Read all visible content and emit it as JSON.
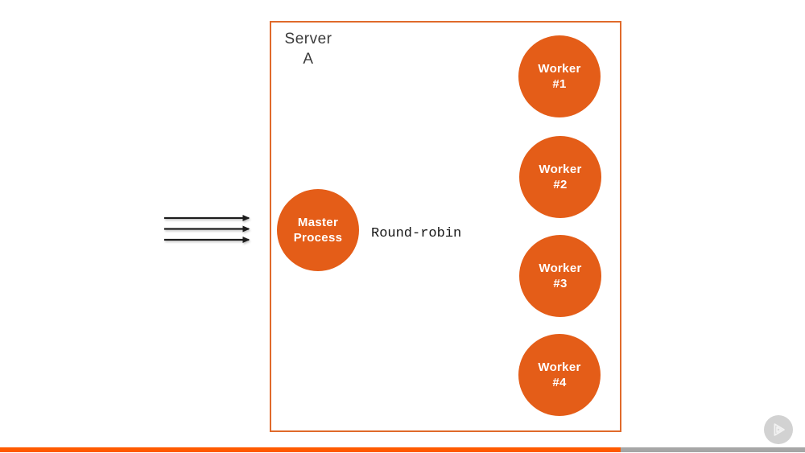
{
  "colors": {
    "accent-orange": "#e45d18",
    "box-border-orange": "#e06a2b",
    "progress-orange": "#ff5a00",
    "progress-gray": "#a6a6a6",
    "player-button-gray": "#d2d2d2",
    "text-dark": "#3b3b3b",
    "arrow-black": "#1f1f1f"
  },
  "diagram": {
    "server_box": {
      "title_line1": "Server",
      "title_line2": "A"
    },
    "master_process": {
      "label_line1": "Master",
      "label_line2": "Process"
    },
    "round_robin_label": "Round-robin",
    "incoming_request_arrow_count": 3,
    "workers": [
      {
        "label_line1": "Worker",
        "label_line2": "#1"
      },
      {
        "label_line1": "Worker",
        "label_line2": "#2"
      },
      {
        "label_line1": "Worker",
        "label_line2": "#3"
      },
      {
        "label_line1": "Worker",
        "label_line2": "#4"
      }
    ]
  },
  "player": {
    "progress_percent": 77.1
  }
}
